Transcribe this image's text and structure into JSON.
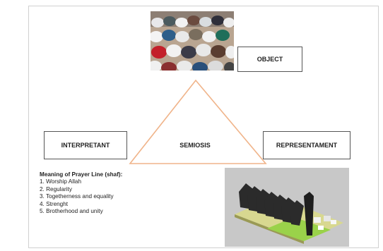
{
  "diagram": {
    "object_label": "OBJECT",
    "interpretant_label": "INTERPRETANT",
    "representament_label": "REPRESENTAMENT",
    "center_label": "SEMIOSIS"
  },
  "meaning": {
    "title": "Meaning of Prayer Line (shaf):",
    "items": [
      "1. Worship Allah",
      "2. Regularity",
      "3. Togetherness and equality",
      "4. Strenght",
      "5. Brotherhood and unity"
    ]
  },
  "colors": {
    "triangle_stroke": "#f0b48a",
    "border": "#555555"
  }
}
